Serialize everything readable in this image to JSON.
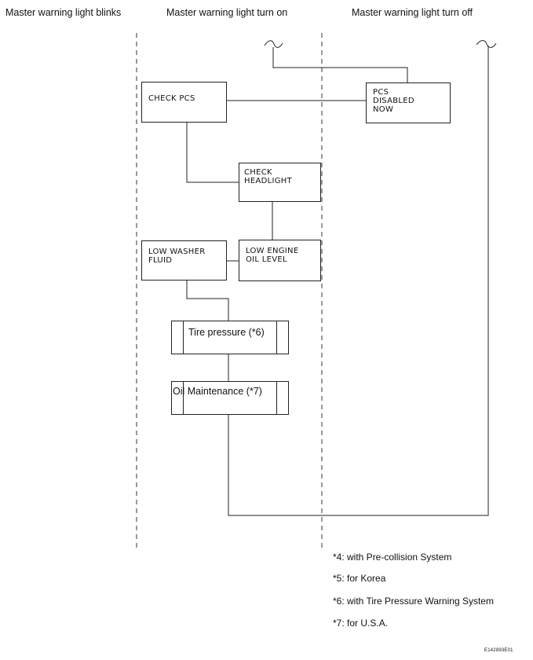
{
  "columns": {
    "blinks": "Master warning light blinks",
    "on": "Master warning light turn on",
    "off": "Master warning light turn off"
  },
  "boxes": {
    "check_pcs": "CHECK  PCS",
    "pcs_disabled": "PCS\nDISABLED\nNOW",
    "check_headlight": "CHECK\nHEADLIGHT",
    "low_washer_fluid": "LOW  WASHER\nFLUID",
    "low_engine_oil": "LOW  ENGINE\nOIL  LEVEL",
    "tire_pressure": "Tire pressure (*6)",
    "oil_maintenance": "Oil Maintenance (*7)"
  },
  "notes": [
    "*4: with Pre-collision System",
    "*5: for Korea",
    "*6: with Tire Pressure Warning System",
    "*7: for U.S.A."
  ],
  "figure_code": "E142893E01"
}
